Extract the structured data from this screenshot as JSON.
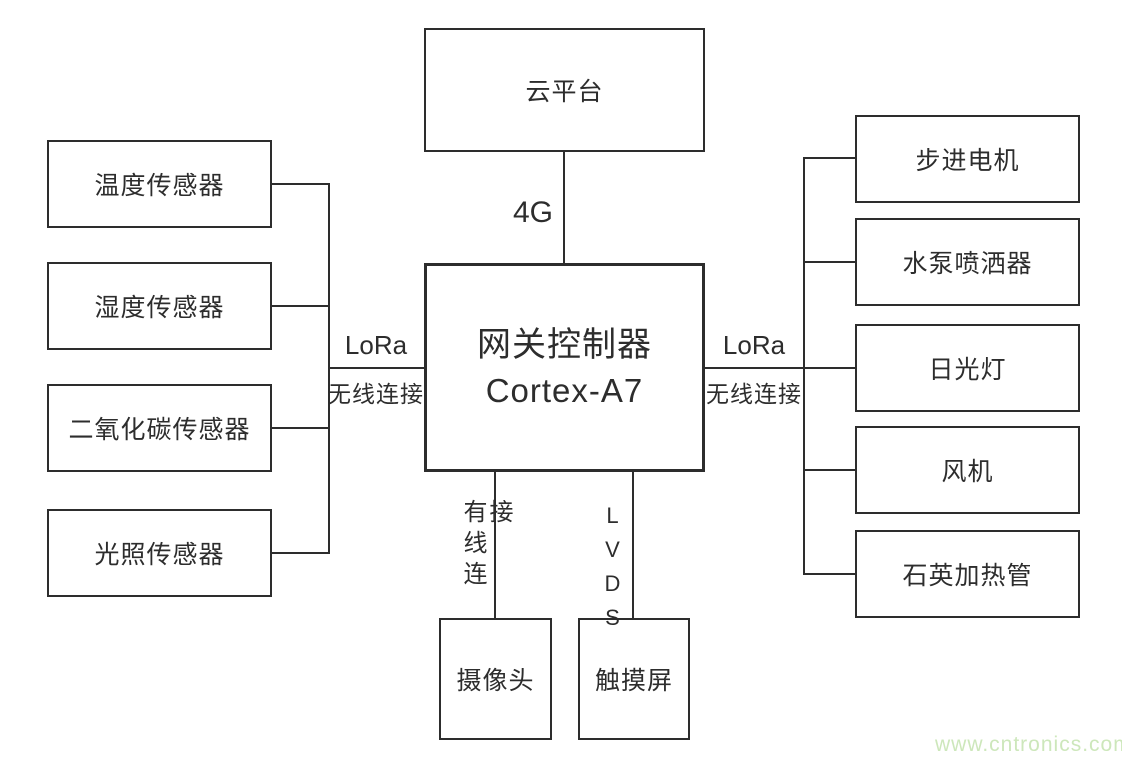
{
  "colors": {
    "line": "#2d2d2d",
    "background": "#ffffff",
    "watermark": "#cde7bb"
  },
  "diagram": {
    "cloud": {
      "label": "云平台"
    },
    "gateway": {
      "title": "网关控制器",
      "subtitle": "Cortex-A7"
    },
    "sensors": [
      {
        "label": "温度传感器"
      },
      {
        "label": "湿度传感器"
      },
      {
        "label": "二氧化碳传感器"
      },
      {
        "label": "光照传感器"
      }
    ],
    "actuators": [
      {
        "label": "步进电机"
      },
      {
        "label": "水泵喷洒器"
      },
      {
        "label": "日光灯"
      },
      {
        "label": "风机"
      },
      {
        "label": "石英加热管"
      }
    ],
    "peripherals": {
      "camera": {
        "label": "摄像头"
      },
      "touchscreen": {
        "label": "触摸屏"
      }
    },
    "links": {
      "cloud": {
        "label": "4G"
      },
      "sensors": {
        "protocol": "LoRa",
        "type": "无线连接"
      },
      "actuators": {
        "protocol": "LoRa",
        "type": "无线连接"
      },
      "camera": {
        "label": "有线连接"
      },
      "touchscreen": {
        "label": "LVDS"
      }
    }
  },
  "watermark": {
    "text": "www.cntronics.com"
  }
}
